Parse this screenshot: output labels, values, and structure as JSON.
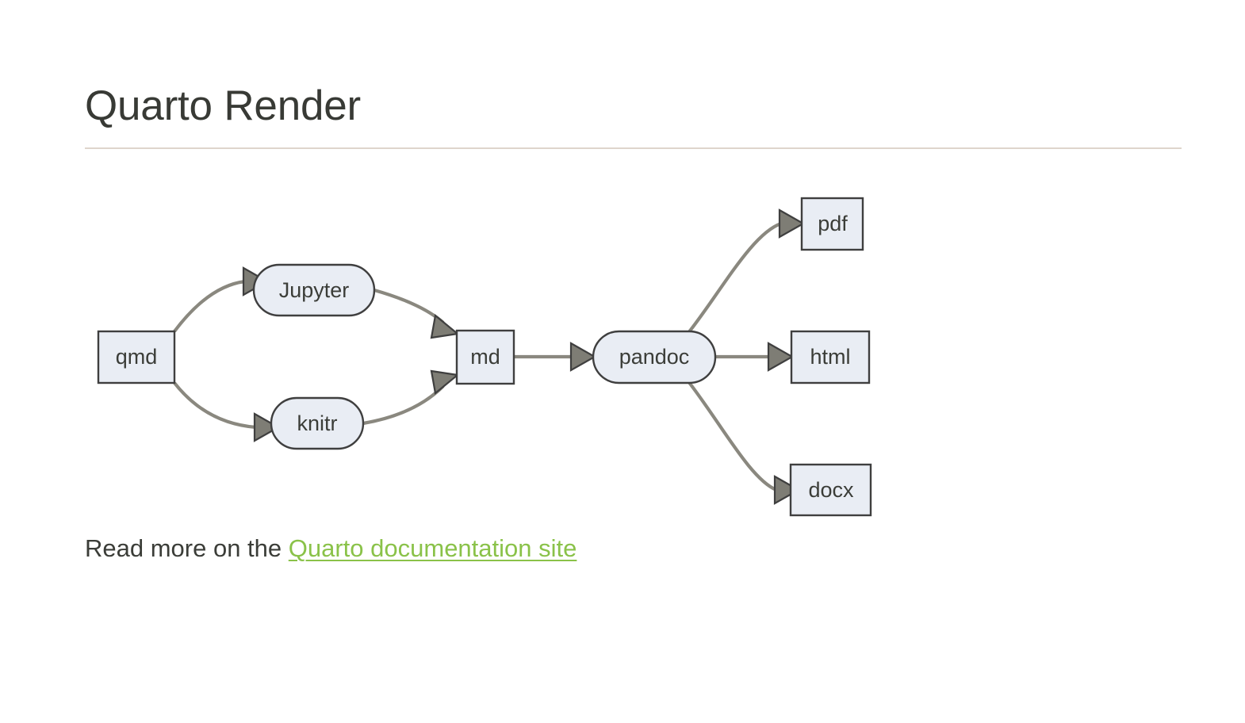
{
  "page": {
    "title": "Quarto Render",
    "background_color": "#ffffff",
    "text_color": "#3b3d38",
    "rule_color": "#ded5cc"
  },
  "diagram": {
    "type": "flowchart",
    "direction": "left-to-right",
    "node_fill": "#e9edf4",
    "node_stroke": "#3f3f3f",
    "edge_color": "#8a887f",
    "arrow_fill": "#7e7d75",
    "nodes": [
      {
        "id": "qmd",
        "label": "qmd",
        "shape": "rect"
      },
      {
        "id": "jupyter",
        "label": "Jupyter",
        "shape": "stadium"
      },
      {
        "id": "knitr",
        "label": "knitr",
        "shape": "stadium"
      },
      {
        "id": "md",
        "label": "md",
        "shape": "rect"
      },
      {
        "id": "pandoc",
        "label": "pandoc",
        "shape": "stadium"
      },
      {
        "id": "pdf",
        "label": "pdf",
        "shape": "rect"
      },
      {
        "id": "html",
        "label": "html",
        "shape": "rect"
      },
      {
        "id": "docx",
        "label": "docx",
        "shape": "rect"
      }
    ],
    "edges": [
      {
        "from": "qmd",
        "to": "jupyter"
      },
      {
        "from": "qmd",
        "to": "knitr"
      },
      {
        "from": "jupyter",
        "to": "md"
      },
      {
        "from": "knitr",
        "to": "md"
      },
      {
        "from": "md",
        "to": "pandoc"
      },
      {
        "from": "pandoc",
        "to": "pdf"
      },
      {
        "from": "pandoc",
        "to": "html"
      },
      {
        "from": "pandoc",
        "to": "docx"
      }
    ]
  },
  "footer": {
    "text_before": "Read more on the ",
    "link_label": "Quarto documentation site",
    "link_color": "#8ac249"
  }
}
